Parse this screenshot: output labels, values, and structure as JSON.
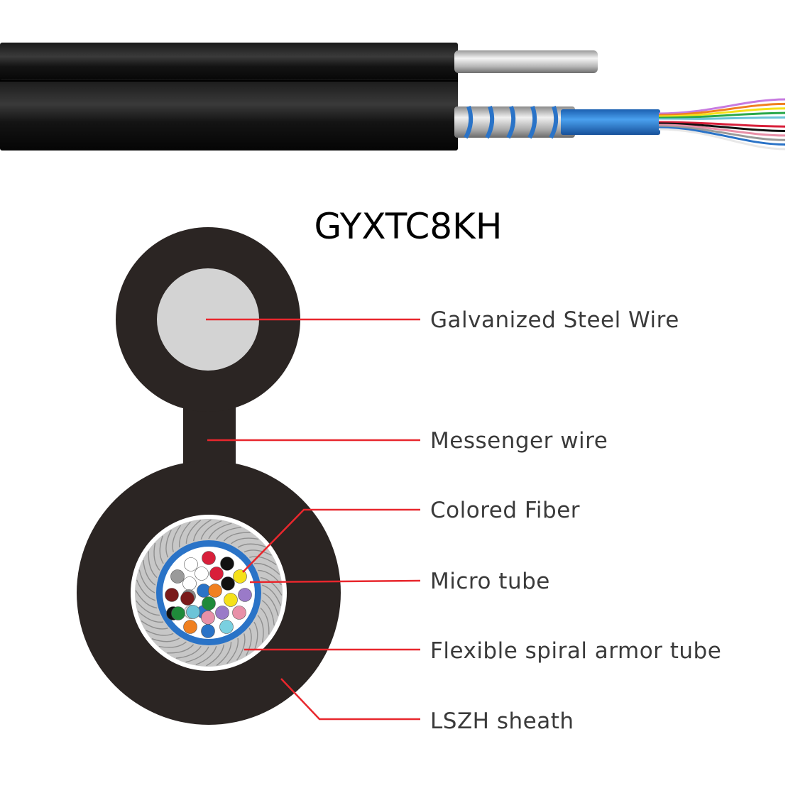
{
  "title": "GYXTC8KH",
  "labels": {
    "steel_wire": "Galvanized Steel Wire",
    "messenger_wire": "Messenger wire",
    "colored_fiber": "Colored Fiber",
    "micro_tube": "Micro tube",
    "armor_tube": "Flexible spiral armor tube",
    "sheath": "LSZH sheath"
  },
  "colors": {
    "sheath": "#2b2523",
    "steel": "#d3d3d3",
    "leader": "#e8272d",
    "micro_tube": "#2a73c7",
    "armor": "#c7c7c7"
  },
  "fiber_colors": [
    "#ffffff",
    "#d81f3a",
    "#ffffff",
    "#111111",
    "#9a9a9a",
    "#d81f3a",
    "#ffffff",
    "#f5e11a",
    "#7a1a1a",
    "#8a8a8a",
    "#2a73c7",
    "#f08020",
    "#111111",
    "#9a7ac8",
    "#7a1a1a",
    "#e8e8e8",
    "#2a73c7",
    "#f5e11a",
    "#111111",
    "#1f8a3a",
    "#6cc4d8",
    "#1f8a3a",
    "#9a7ac8",
    "#e890a8",
    "#f08020",
    "#2a73c7",
    "#7ad0e0",
    "#e890a8"
  ]
}
